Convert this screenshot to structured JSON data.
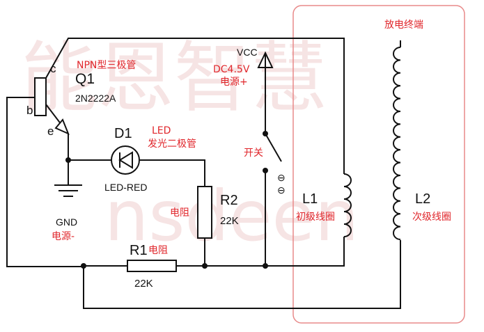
{
  "watermark": {
    "text": "能恩智慧",
    "sub": "nsdeen"
  },
  "transistor": {
    "ref": "Q1",
    "part": "2N2222A",
    "type_label": "NPN型三极管",
    "pin_c": "c",
    "pin_b": "b",
    "pin_e": "e"
  },
  "led": {
    "ref": "D1",
    "part": "LED-RED",
    "tag": "LED",
    "desc": "发光二极管"
  },
  "gnd": {
    "label": "GND",
    "desc": "电源-"
  },
  "r1": {
    "ref": "R1",
    "value": "22K",
    "desc": "电阻"
  },
  "r2": {
    "ref": "R2",
    "value": "22K",
    "desc": "电阻"
  },
  "vcc": {
    "label": "VCC",
    "voltage": "DC4.5V",
    "desc": "电源+"
  },
  "switch": {
    "label": "开关",
    "on_symbol": "⊖",
    "off_symbol": "⊖"
  },
  "coil_l1": {
    "ref": "L1",
    "desc": "初级线圈"
  },
  "coil_l2": {
    "ref": "L2",
    "desc": "次级线圈"
  },
  "terminal": {
    "label": "放电终端"
  },
  "colors": {
    "wire": "#111111",
    "annotation": "#e0262b",
    "highlight_box": "#e88a8a",
    "watermark": "#f6e4e4"
  }
}
